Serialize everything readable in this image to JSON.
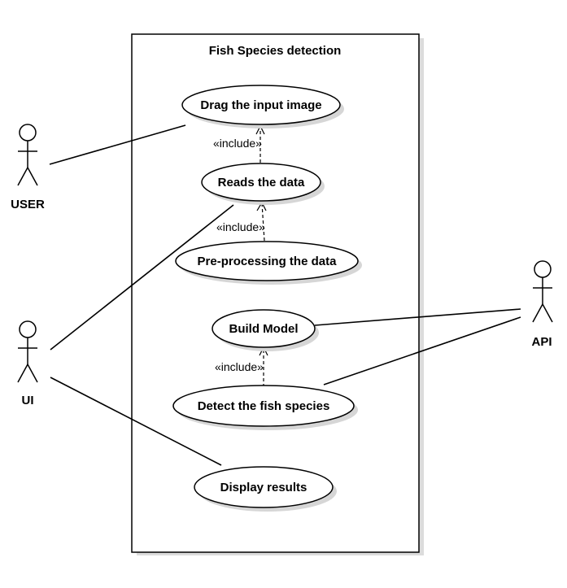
{
  "system": {
    "title": "Fish Species detection"
  },
  "actors": {
    "user": "USER",
    "ui": "UI",
    "api": "API"
  },
  "use_cases": {
    "drag_input_image": "Drag the input image",
    "reads_data": "Reads the data",
    "preprocessing": "Pre-processing the data",
    "build_model": "Build Model",
    "detect_species": "Detect the fish species",
    "display_results": "Display results"
  },
  "relations": {
    "include_1": "«include»",
    "include_2": "«include»",
    "include_3": "«include»"
  }
}
